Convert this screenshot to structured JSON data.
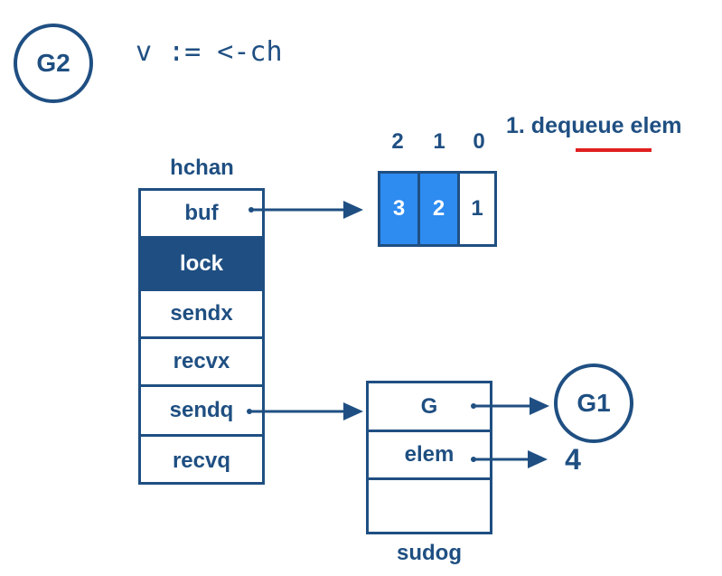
{
  "header": {
    "goroutine": "G2",
    "code": "v := <-ch"
  },
  "step": {
    "text": "1. dequeue elem",
    "underline_color": "#e02020"
  },
  "hchan": {
    "title": "hchan",
    "fields": [
      {
        "label": "buf",
        "highlighted": false
      },
      {
        "label": "lock",
        "highlighted": true
      },
      {
        "label": "sendx",
        "highlighted": false
      },
      {
        "label": "recvx",
        "highlighted": false
      },
      {
        "label": "sendq",
        "highlighted": false
      },
      {
        "label": "recvq",
        "highlighted": false
      }
    ]
  },
  "buffer": {
    "indices": [
      "2",
      "1",
      "0"
    ],
    "values": [
      {
        "value": "3",
        "filled": true
      },
      {
        "value": "2",
        "filled": true
      },
      {
        "value": "1",
        "filled": false
      }
    ]
  },
  "sudog": {
    "title": "sudog",
    "fields": [
      {
        "label": "G"
      },
      {
        "label": "elem"
      },
      {
        "label": ""
      }
    ]
  },
  "targets": {
    "g_target": "G1",
    "elem_value": "4"
  },
  "colors": {
    "primary": "#1f4f82",
    "buffer_fill": "#2e8bf0",
    "highlight": "#1f4f82",
    "underline": "#e02020"
  }
}
